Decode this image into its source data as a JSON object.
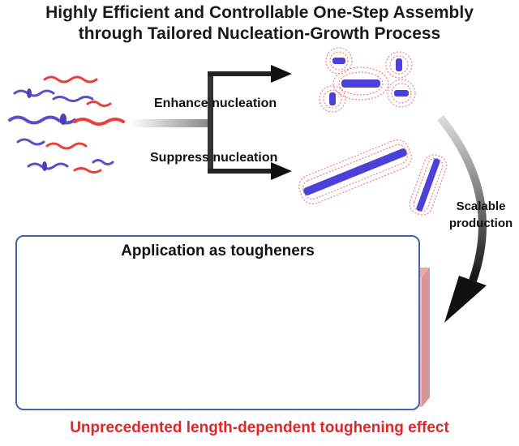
{
  "title_line1": "Highly Efficient and Controllable One-Step Assembly",
  "title_line2": "through Tailored Nucleation-Growth Process",
  "branch_upper": "Enhance nucleation",
  "branch_lower": "Suppress nucleation",
  "scalable_line1": "Scalable",
  "scalable_line2": "production",
  "panel_title": "Application as tougheners",
  "bottom_caption": "Unprecedented length-dependent toughening effect",
  "colors": {
    "polymer_red": "#e8403a",
    "polymer_blue": "#5a4fc6",
    "panel_border": "#4565a8",
    "block_pink": "#f4c6c6",
    "caption_red": "#e0262a"
  }
}
